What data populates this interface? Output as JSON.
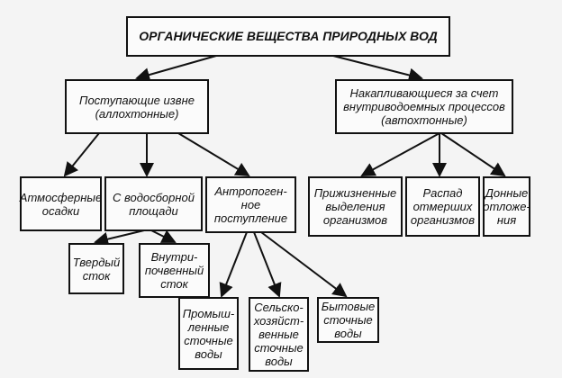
{
  "title": "ОРГАНИЧЕСКИЕ ВЕЩЕСТВА ПРИРОДНЫХ ВОД",
  "allochthonous": "Поступающие извне\n(аллохтонные)",
  "autochthonous": "Накапливающиеся за счет\nвнутриводоемных процессов\n(автохтонные)",
  "allo_children": [
    "Атмосферные\nосадки",
    "С водосборной\nплощади",
    "Антропоген-\nное\nпоступление"
  ],
  "auto_children": [
    "Прижизненные\nвыделения\nорганизмов",
    "Распад\nотмерших\nорганизмов",
    "Донные\nотложе-\nния"
  ],
  "catchment_children": [
    "Твердый\nсток",
    "Внутри-\nпочвенный\nсток"
  ],
  "anthropogenic_children": [
    "Промыш-\nленные\nсточные\nводы",
    "Сельско-\nхозяйст-\nвенные\nсточные\nводы",
    "Бытовые\nсточные\nводы"
  ]
}
